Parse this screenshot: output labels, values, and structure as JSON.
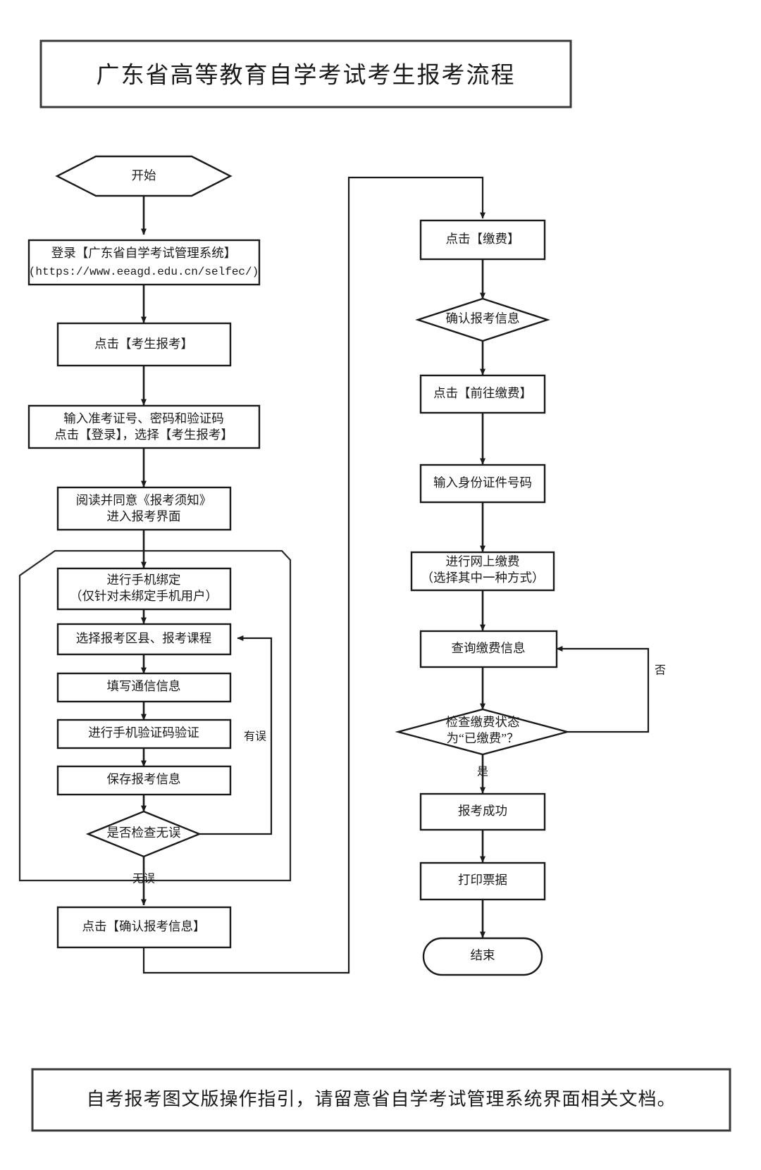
{
  "document": {
    "title": "广东省高等教育自学考试考生报考流程",
    "footer_note": "自考报考图文版操作指引，请留意省自学考试管理系统界面相关文档。"
  },
  "chart_data": {
    "type": "diagram",
    "subtype": "flowchart",
    "title": "广东省高等教育自学考试考生报考流程",
    "orientation": "two-column, top-to-bottom, left column then right column",
    "colors": {
      "background": "#ffffff",
      "stroke": "#1a1a1a",
      "fill": "#ffffff",
      "text": "#1a1a1a"
    },
    "nodes": [
      {
        "id": "start",
        "shape": "hexagon",
        "column": "left",
        "text": "开始"
      },
      {
        "id": "login",
        "shape": "rect",
        "column": "left",
        "text": "登录【广东省自学考试管理系统】",
        "text2": "(https://www.eeagd.edu.cn/selfec/)"
      },
      {
        "id": "click-signup",
        "shape": "rect",
        "column": "left",
        "text": "点击【考生报考】"
      },
      {
        "id": "enter-creds",
        "shape": "rect",
        "column": "left",
        "text": "输入准考证号、密码和验证码",
        "text2": "点击【登录】，选择【考生报考】"
      },
      {
        "id": "read-notice",
        "shape": "rect",
        "column": "left",
        "text": "阅读并同意《报考须知》",
        "text2": "进入报考界面"
      },
      {
        "id": "bind-phone",
        "shape": "rect",
        "column": "left",
        "text": "进行手机绑定",
        "text2": "（仅针对未绑定手机用户）"
      },
      {
        "id": "select-area",
        "shape": "rect",
        "column": "left",
        "text": "选择报考区县、报考课程"
      },
      {
        "id": "fill-contact",
        "shape": "rect",
        "column": "left",
        "text": "填写通信信息"
      },
      {
        "id": "verify-sms",
        "shape": "rect",
        "column": "left",
        "text": "进行手机验证码验证"
      },
      {
        "id": "save-info",
        "shape": "rect",
        "column": "left",
        "text": "保存报考信息"
      },
      {
        "id": "check-ok",
        "shape": "diamond",
        "column": "left",
        "text": "是否检查无误"
      },
      {
        "id": "confirm-info",
        "shape": "rect",
        "column": "left",
        "text": "点击【确认报考信息】"
      },
      {
        "id": "click-pay",
        "shape": "rect",
        "column": "right",
        "text": "点击【缴费】"
      },
      {
        "id": "confirm-exam",
        "shape": "diamond",
        "column": "right",
        "text": "确认报考信息"
      },
      {
        "id": "goto-pay",
        "shape": "rect",
        "column": "right",
        "text": "点击【前往缴费】"
      },
      {
        "id": "enter-id",
        "shape": "rect",
        "column": "right",
        "text": "输入身份证件号码"
      },
      {
        "id": "online-pay",
        "shape": "rect",
        "column": "right",
        "text": "进行网上缴费",
        "text2": "（选择其中一种方式）"
      },
      {
        "id": "query-pay",
        "shape": "rect",
        "column": "right",
        "text": "查询缴费信息"
      },
      {
        "id": "check-paid",
        "shape": "diamond",
        "column": "right",
        "text": "检查缴费状态",
        "text2": "为“已缴费”？"
      },
      {
        "id": "success",
        "shape": "rect",
        "column": "right",
        "text": "报考成功"
      },
      {
        "id": "print",
        "shape": "rect",
        "column": "right",
        "text": "打印票据"
      },
      {
        "id": "end",
        "shape": "rounded",
        "column": "right",
        "text": "结束"
      }
    ],
    "edges": [
      {
        "from": "start",
        "to": "login",
        "label": ""
      },
      {
        "from": "login",
        "to": "click-signup",
        "label": ""
      },
      {
        "from": "click-signup",
        "to": "enter-creds",
        "label": ""
      },
      {
        "from": "enter-creds",
        "to": "read-notice",
        "label": ""
      },
      {
        "from": "read-notice",
        "to": "bind-phone",
        "label": ""
      },
      {
        "from": "bind-phone",
        "to": "select-area",
        "label": ""
      },
      {
        "from": "select-area",
        "to": "fill-contact",
        "label": ""
      },
      {
        "from": "fill-contact",
        "to": "verify-sms",
        "label": ""
      },
      {
        "from": "verify-sms",
        "to": "save-info",
        "label": ""
      },
      {
        "from": "save-info",
        "to": "check-ok",
        "label": ""
      },
      {
        "from": "check-ok",
        "to": "select-area",
        "label": "有误"
      },
      {
        "from": "check-ok",
        "to": "confirm-info",
        "label": "无误"
      },
      {
        "from": "confirm-info",
        "to": "click-pay",
        "label": ""
      },
      {
        "from": "click-pay",
        "to": "confirm-exam",
        "label": ""
      },
      {
        "from": "confirm-exam",
        "to": "goto-pay",
        "label": ""
      },
      {
        "from": "goto-pay",
        "to": "enter-id",
        "label": ""
      },
      {
        "from": "enter-id",
        "to": "online-pay",
        "label": ""
      },
      {
        "from": "online-pay",
        "to": "query-pay",
        "label": ""
      },
      {
        "from": "query-pay",
        "to": "check-paid",
        "label": ""
      },
      {
        "from": "check-paid",
        "to": "query-pay",
        "label": "否"
      },
      {
        "from": "check-paid",
        "to": "success",
        "label": "是"
      },
      {
        "from": "success",
        "to": "print",
        "label": ""
      },
      {
        "from": "print",
        "to": "end",
        "label": ""
      }
    ],
    "edge_labels": [
      "有误",
      "无误",
      "否",
      "是"
    ]
  }
}
